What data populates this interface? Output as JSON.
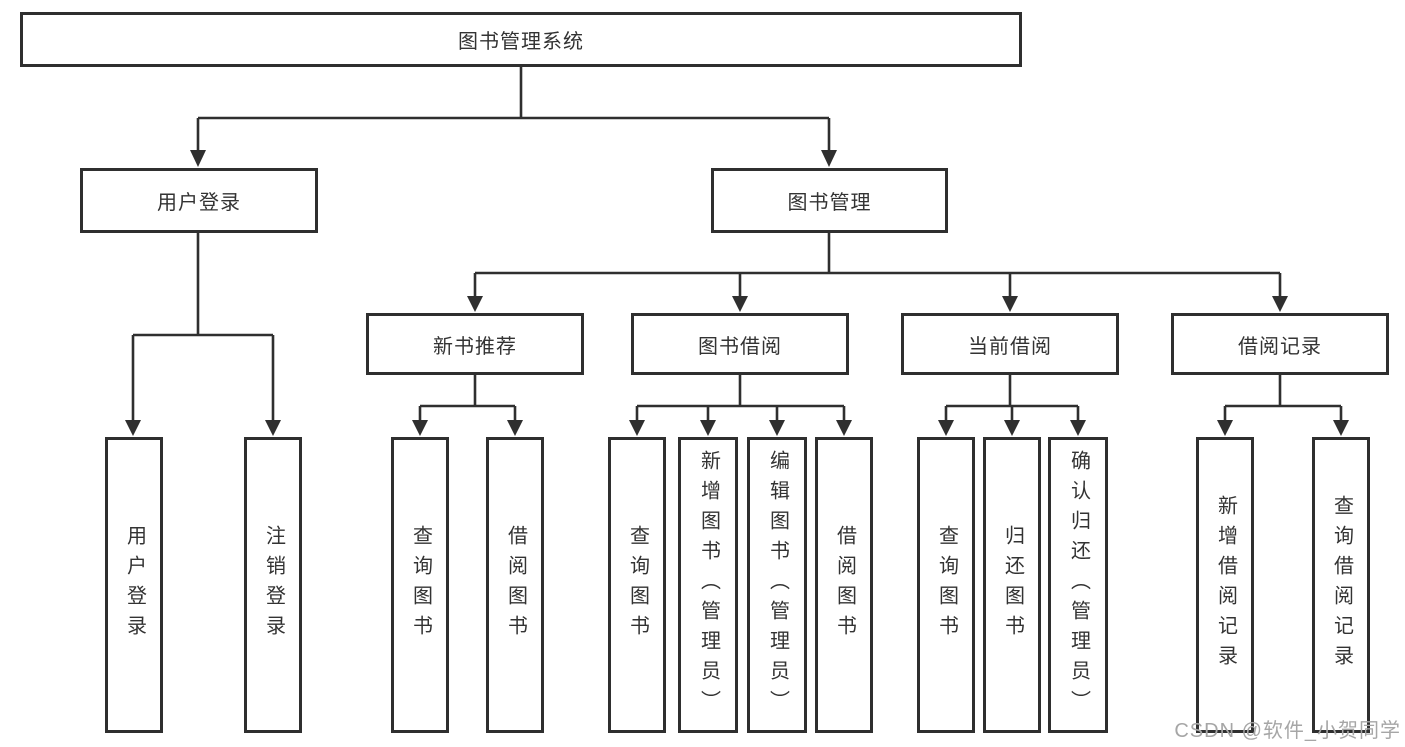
{
  "colors": {
    "line": "#2f2f2f",
    "box_border": "#2f2f2f",
    "text": "#333333",
    "watermark": "#a6a6a6",
    "background": "#ffffff"
  },
  "tree": {
    "root": {
      "label": "图书管理系统"
    },
    "branches": [
      {
        "label": "用户登录",
        "children": [
          {
            "label": "用户登录"
          },
          {
            "label": "注销登录"
          }
        ]
      },
      {
        "label": "图书管理",
        "children": [
          {
            "label": "新书推荐",
            "children": [
              {
                "label": "查询图书"
              },
              {
                "label": "借阅图书"
              }
            ]
          },
          {
            "label": "图书借阅",
            "children": [
              {
                "label": "查询图书"
              },
              {
                "label": "新增图书（管理员）"
              },
              {
                "label": "编辑图书（管理员）"
              },
              {
                "label": "借阅图书"
              }
            ]
          },
          {
            "label": "当前借阅",
            "children": [
              {
                "label": "查询图书"
              },
              {
                "label": "归还图书"
              },
              {
                "label": "确认归还（管理员）"
              }
            ]
          },
          {
            "label": "借阅记录",
            "children": [
              {
                "label": "新增借阅记录"
              },
              {
                "label": "查询借阅记录"
              }
            ]
          }
        ]
      }
    ]
  },
  "watermark": {
    "text": "CSDN @软件_小贺同学"
  }
}
